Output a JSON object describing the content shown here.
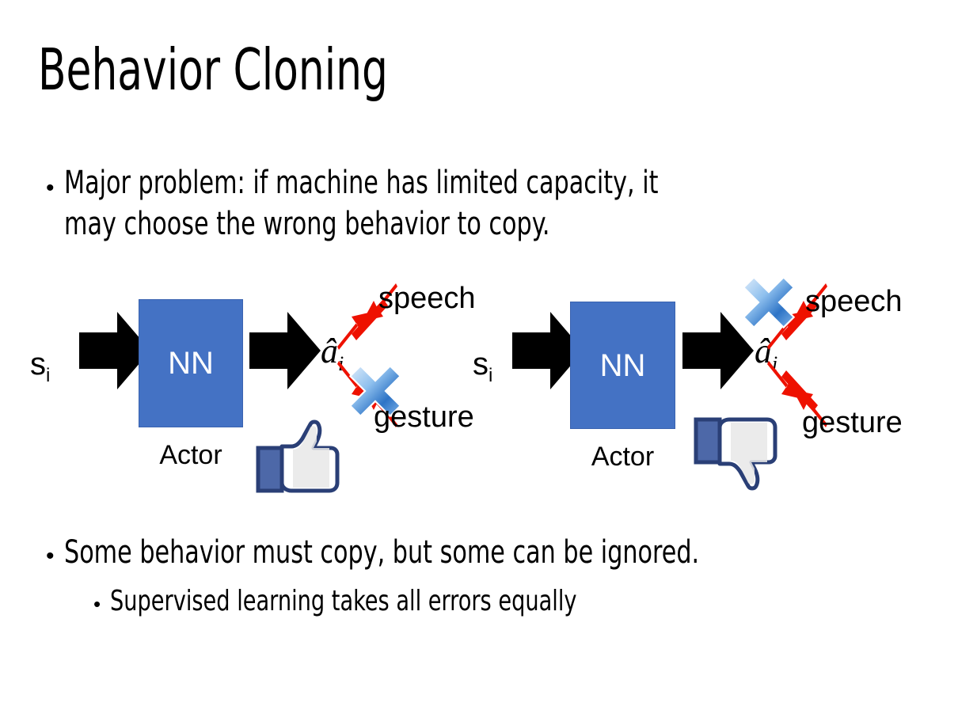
{
  "slide": {
    "title": "Behavior Cloning",
    "bullets": [
      {
        "level": 1,
        "text": "Major problem: if machine has limited capacity, it\nmay choose the wrong behavior to copy."
      },
      {
        "level": 1,
        "text": "Some behavior must copy, but some can be ignored."
      },
      {
        "level": 2,
        "text": "Supervised learning takes all errors equally"
      }
    ]
  },
  "colors": {
    "nn_box_fill": "#4472C4",
    "nn_box_border": "#3A63B0",
    "arrow_black": "#000000",
    "arrow_red": "#EE1100",
    "x_blue_light": "#CFE2F8",
    "x_blue_dark": "#2E74C6",
    "thumb_navy": "#3B5998",
    "thumb_white": "#FFFFFF",
    "text_black": "#000000",
    "background": "#FFFFFF"
  },
  "diagrams": [
    {
      "id": "left",
      "state_label": "s",
      "state_sub": "i",
      "box_label": "NN",
      "box_caption": "Actor",
      "action_label": "â",
      "action_sub": "i",
      "branch_up": "speech",
      "branch_down": "gesture",
      "x_on_branch": "gesture",
      "feedback_icon": "thumbs-up-icon"
    },
    {
      "id": "right",
      "state_label": "s",
      "state_sub": "i",
      "box_label": "NN",
      "box_caption": "Actor",
      "action_label": "â",
      "action_sub": "i",
      "branch_up": "speech",
      "branch_down": "gesture",
      "x_on_branch": "speech",
      "feedback_icon": "thumbs-down-icon"
    }
  ]
}
